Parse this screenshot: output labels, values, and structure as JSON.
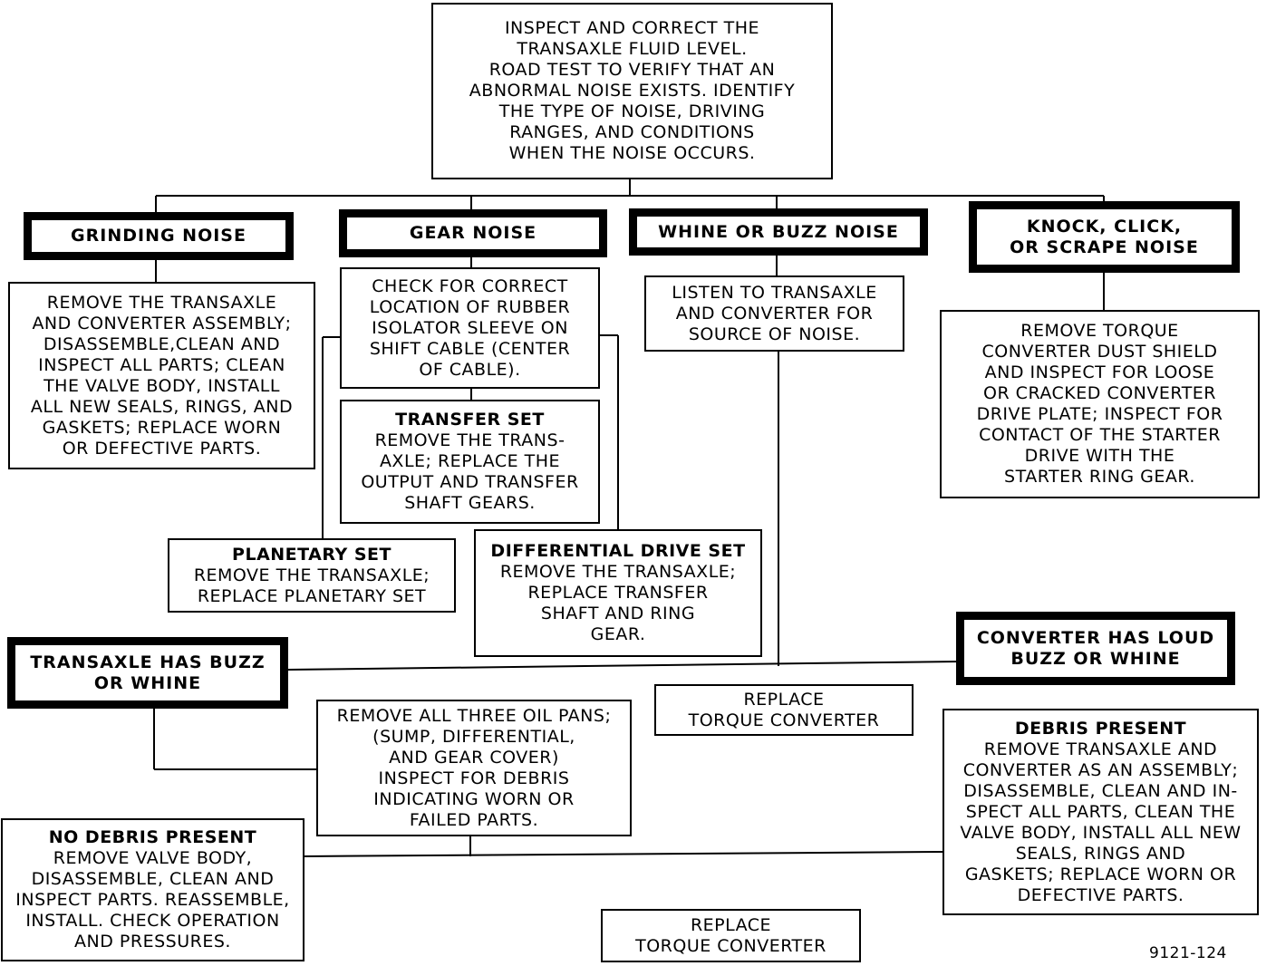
{
  "start": {
    "lines": [
      "INSPECT AND CORRECT THE",
      "TRANSAXLE FLUID LEVEL.",
      "ROAD TEST TO VERIFY THAT AN",
      "ABNORMAL NOISE EXISTS. IDENTIFY",
      "THE TYPE OF NOISE, DRIVING",
      "RANGES, AND CONDITIONS",
      "WHEN THE NOISE OCCURS."
    ]
  },
  "grinding": {
    "title": [
      "GRINDING NOISE"
    ],
    "action": [
      "REMOVE THE TRANSAXLE",
      "AND CONVERTER ASSEMBLY;",
      "DISASSEMBLE,CLEAN AND",
      "INSPECT ALL PARTS; CLEAN",
      "THE VALVE BODY, INSTALL",
      "ALL NEW SEALS, RINGS, AND",
      "GASKETS; REPLACE WORN",
      "OR DEFECTIVE PARTS."
    ]
  },
  "gear": {
    "title": [
      "GEAR NOISE"
    ],
    "check": [
      "CHECK FOR CORRECT",
      "LOCATION OF RUBBER",
      "ISOLATOR SLEEVE ON",
      "SHIFT CABLE (CENTER",
      "OF CABLE)."
    ],
    "transfer_set": {
      "heading": "TRANSFER SET",
      "lines": [
        "REMOVE THE TRANS-",
        "AXLE; REPLACE THE",
        "OUTPUT AND TRANSFER",
        "SHAFT GEARS."
      ]
    },
    "planetary_set": {
      "heading": "PLANETARY SET",
      "lines": [
        "REMOVE THE TRANSAXLE;",
        "REPLACE PLANETARY SET"
      ]
    },
    "differential_set": {
      "heading": "DIFFERENTIAL DRIVE SET",
      "lines": [
        "REMOVE THE TRANSAXLE;",
        "REPLACE TRANSFER",
        "SHAFT AND RING",
        "GEAR."
      ]
    }
  },
  "whine": {
    "title": [
      "WHINE OR BUZZ NOISE"
    ],
    "listen": [
      "LISTEN TO TRANSAXLE",
      "AND CONVERTER FOR",
      "SOURCE OF NOISE."
    ]
  },
  "knock": {
    "title": [
      "KNOCK, CLICK,",
      "OR SCRAPE NOISE"
    ],
    "action": [
      "REMOVE TORQUE",
      "CONVERTER DUST SHIELD",
      "AND INSPECT FOR LOOSE",
      "OR CRACKED CONVERTER",
      "DRIVE PLATE; INSPECT FOR",
      "CONTACT OF THE STARTER",
      "DRIVE WITH THE",
      "STARTER RING GEAR."
    ]
  },
  "transaxle_buzz": {
    "title": [
      "TRANSAXLE HAS BUZZ",
      "OR WHINE"
    ]
  },
  "converter_buzz": {
    "title": [
      "CONVERTER HAS LOUD",
      "BUZZ OR WHINE"
    ]
  },
  "replace_converter_1": {
    "lines": [
      "REPLACE",
      "TORQUE CONVERTER"
    ]
  },
  "oil_pans": {
    "lines": [
      "REMOVE ALL THREE OIL PANS;",
      "(SUMP, DIFFERENTIAL,",
      "AND GEAR COVER)",
      "INSPECT FOR DEBRIS",
      "INDICATING WORN OR",
      "FAILED PARTS."
    ]
  },
  "no_debris": {
    "heading": "NO DEBRIS PRESENT",
    "lines": [
      "REMOVE VALVE BODY,",
      "DISASSEMBLE, CLEAN AND",
      "INSPECT PARTS. REASSEMBLE,",
      "INSTALL. CHECK OPERATION",
      "AND PRESSURES."
    ]
  },
  "debris": {
    "heading": "DEBRIS PRESENT",
    "lines": [
      "REMOVE TRANSAXLE AND",
      "CONVERTER AS AN ASSEMBLY;",
      "DISASSEMBLE, CLEAN AND IN-",
      "SPECT ALL PARTS, CLEAN THE",
      "VALVE BODY, INSTALL ALL NEW",
      "SEALS, RINGS AND",
      "GASKETS; REPLACE WORN OR",
      "DEFECTIVE PARTS."
    ]
  },
  "replace_converter_2": {
    "lines": [
      "REPLACE",
      "TORQUE CONVERTER"
    ]
  },
  "figure_number": "9121-124"
}
